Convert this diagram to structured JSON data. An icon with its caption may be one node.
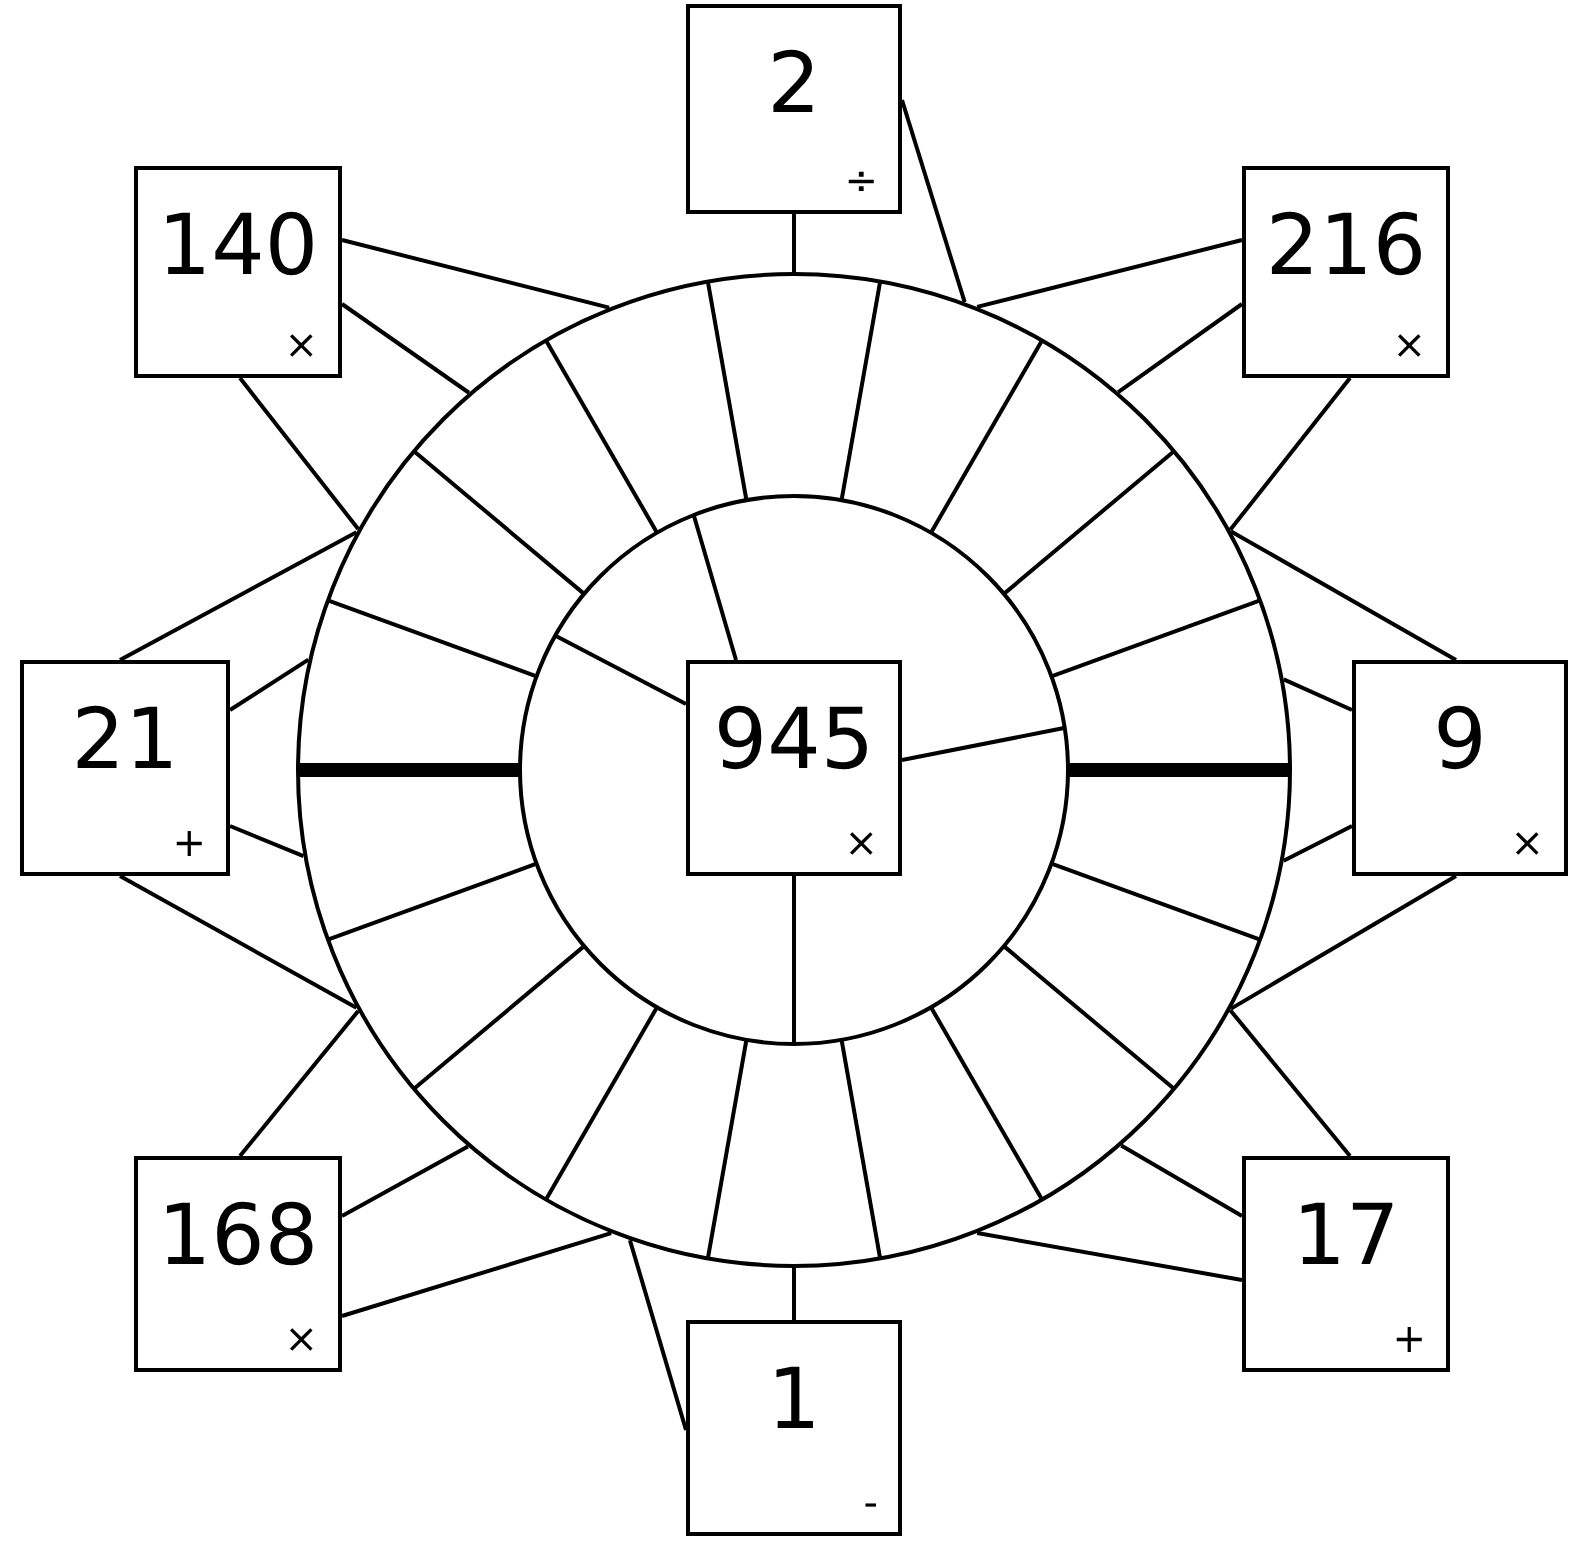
{
  "diagram": {
    "nodes": [
      {
        "text": [
          "2",
          "÷"
        ]
      },
      {
        "text": [
          "140",
          "×"
        ]
      },
      {
        "text": [
          "216",
          "×"
        ]
      },
      {
        "text": [
          "21",
          "+"
        ]
      },
      {
        "text": [],
        "shape": "circle"
      },
      {
        "text": [
          "945",
          "×"
        ],
        "in": 4
      },
      {
        "text": [
          "9",
          "×"
        ]
      },
      {
        "text": [
          "168",
          "×"
        ]
      },
      {
        "text": [
          "17",
          "+"
        ]
      },
      {
        "text": [
          "1",
          "-"
        ]
      }
    ],
    "edges": [
      {
        "from": 0,
        "to": 4,
        "arrow": "none"
      },
      {
        "from": 0,
        "to": 4,
        "arrow": "none"
      },
      {
        "from": 1,
        "to": 4,
        "arrow": "none"
      },
      {
        "from": 1,
        "to": 4,
        "arrow": "none"
      },
      {
        "from": 1,
        "to": 4,
        "arrow": "none"
      },
      {
        "from": 2,
        "to": 4,
        "arrow": "none"
      },
      {
        "from": 2,
        "to": 4,
        "arrow": "none"
      },
      {
        "from": 2,
        "to": 4,
        "arrow": "none"
      },
      {
        "from": 3,
        "to": 4,
        "arrow": "none"
      },
      {
        "from": 3,
        "to": 4,
        "arrow": "none"
      },
      {
        "from": 3,
        "to": 4,
        "arrow": "none"
      },
      {
        "from": 3,
        "to": 4,
        "arrow": "none"
      },
      {
        "from": 6,
        "to": 4,
        "arrow": "none"
      },
      {
        "from": 6,
        "to": 4,
        "arrow": "none"
      },
      {
        "from": 6,
        "to": 4,
        "arrow": "none"
      },
      {
        "from": 6,
        "to": 4,
        "arrow": "none"
      },
      {
        "from": 7,
        "to": 4,
        "arrow": "none"
      },
      {
        "from": 7,
        "to": 4,
        "arrow": "none"
      },
      {
        "from": 7,
        "to": 4,
        "arrow": "none"
      },
      {
        "from": 8,
        "to": 4,
        "arrow": "none"
      },
      {
        "from": 8,
        "to": 4,
        "arrow": "none"
      },
      {
        "from": 8,
        "to": 4,
        "arrow": "none"
      },
      {
        "from": 9,
        "to": 4,
        "arrow": "none"
      },
      {
        "from": 9,
        "to": 4,
        "arrow": "none"
      }
    ]
  }
}
